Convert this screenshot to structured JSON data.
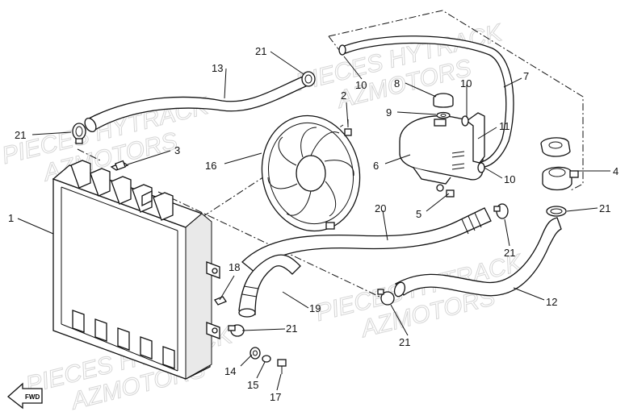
{
  "watermark": {
    "line1": "PIECES HYTRACK",
    "line2": "AZMOTORS"
  },
  "callouts": [
    {
      "id": "c1",
      "label": "1"
    },
    {
      "id": "c2",
      "label": "2"
    },
    {
      "id": "c3",
      "label": "3"
    },
    {
      "id": "c4",
      "label": "4"
    },
    {
      "id": "c5",
      "label": "5"
    },
    {
      "id": "c6",
      "label": "6"
    },
    {
      "id": "c7",
      "label": "7"
    },
    {
      "id": "c8",
      "label": "8"
    },
    {
      "id": "c9",
      "label": "9"
    },
    {
      "id": "c10a",
      "label": "10"
    },
    {
      "id": "c10b",
      "label": "10"
    },
    {
      "id": "c10c",
      "label": "10"
    },
    {
      "id": "c11",
      "label": "11"
    },
    {
      "id": "c12",
      "label": "12"
    },
    {
      "id": "c13",
      "label": "13"
    },
    {
      "id": "c14",
      "label": "14"
    },
    {
      "id": "c15",
      "label": "15"
    },
    {
      "id": "c16",
      "label": "16"
    },
    {
      "id": "c17",
      "label": "17"
    },
    {
      "id": "c18",
      "label": "18"
    },
    {
      "id": "c19",
      "label": "19"
    },
    {
      "id": "c20",
      "label": "20"
    },
    {
      "id": "c21a",
      "label": "21"
    },
    {
      "id": "c21b",
      "label": "21"
    },
    {
      "id": "c21c",
      "label": "21"
    },
    {
      "id": "c21d",
      "label": "21"
    },
    {
      "id": "c21e",
      "label": "21"
    },
    {
      "id": "c21f",
      "label": "21"
    }
  ],
  "fwd_label": "FWD"
}
